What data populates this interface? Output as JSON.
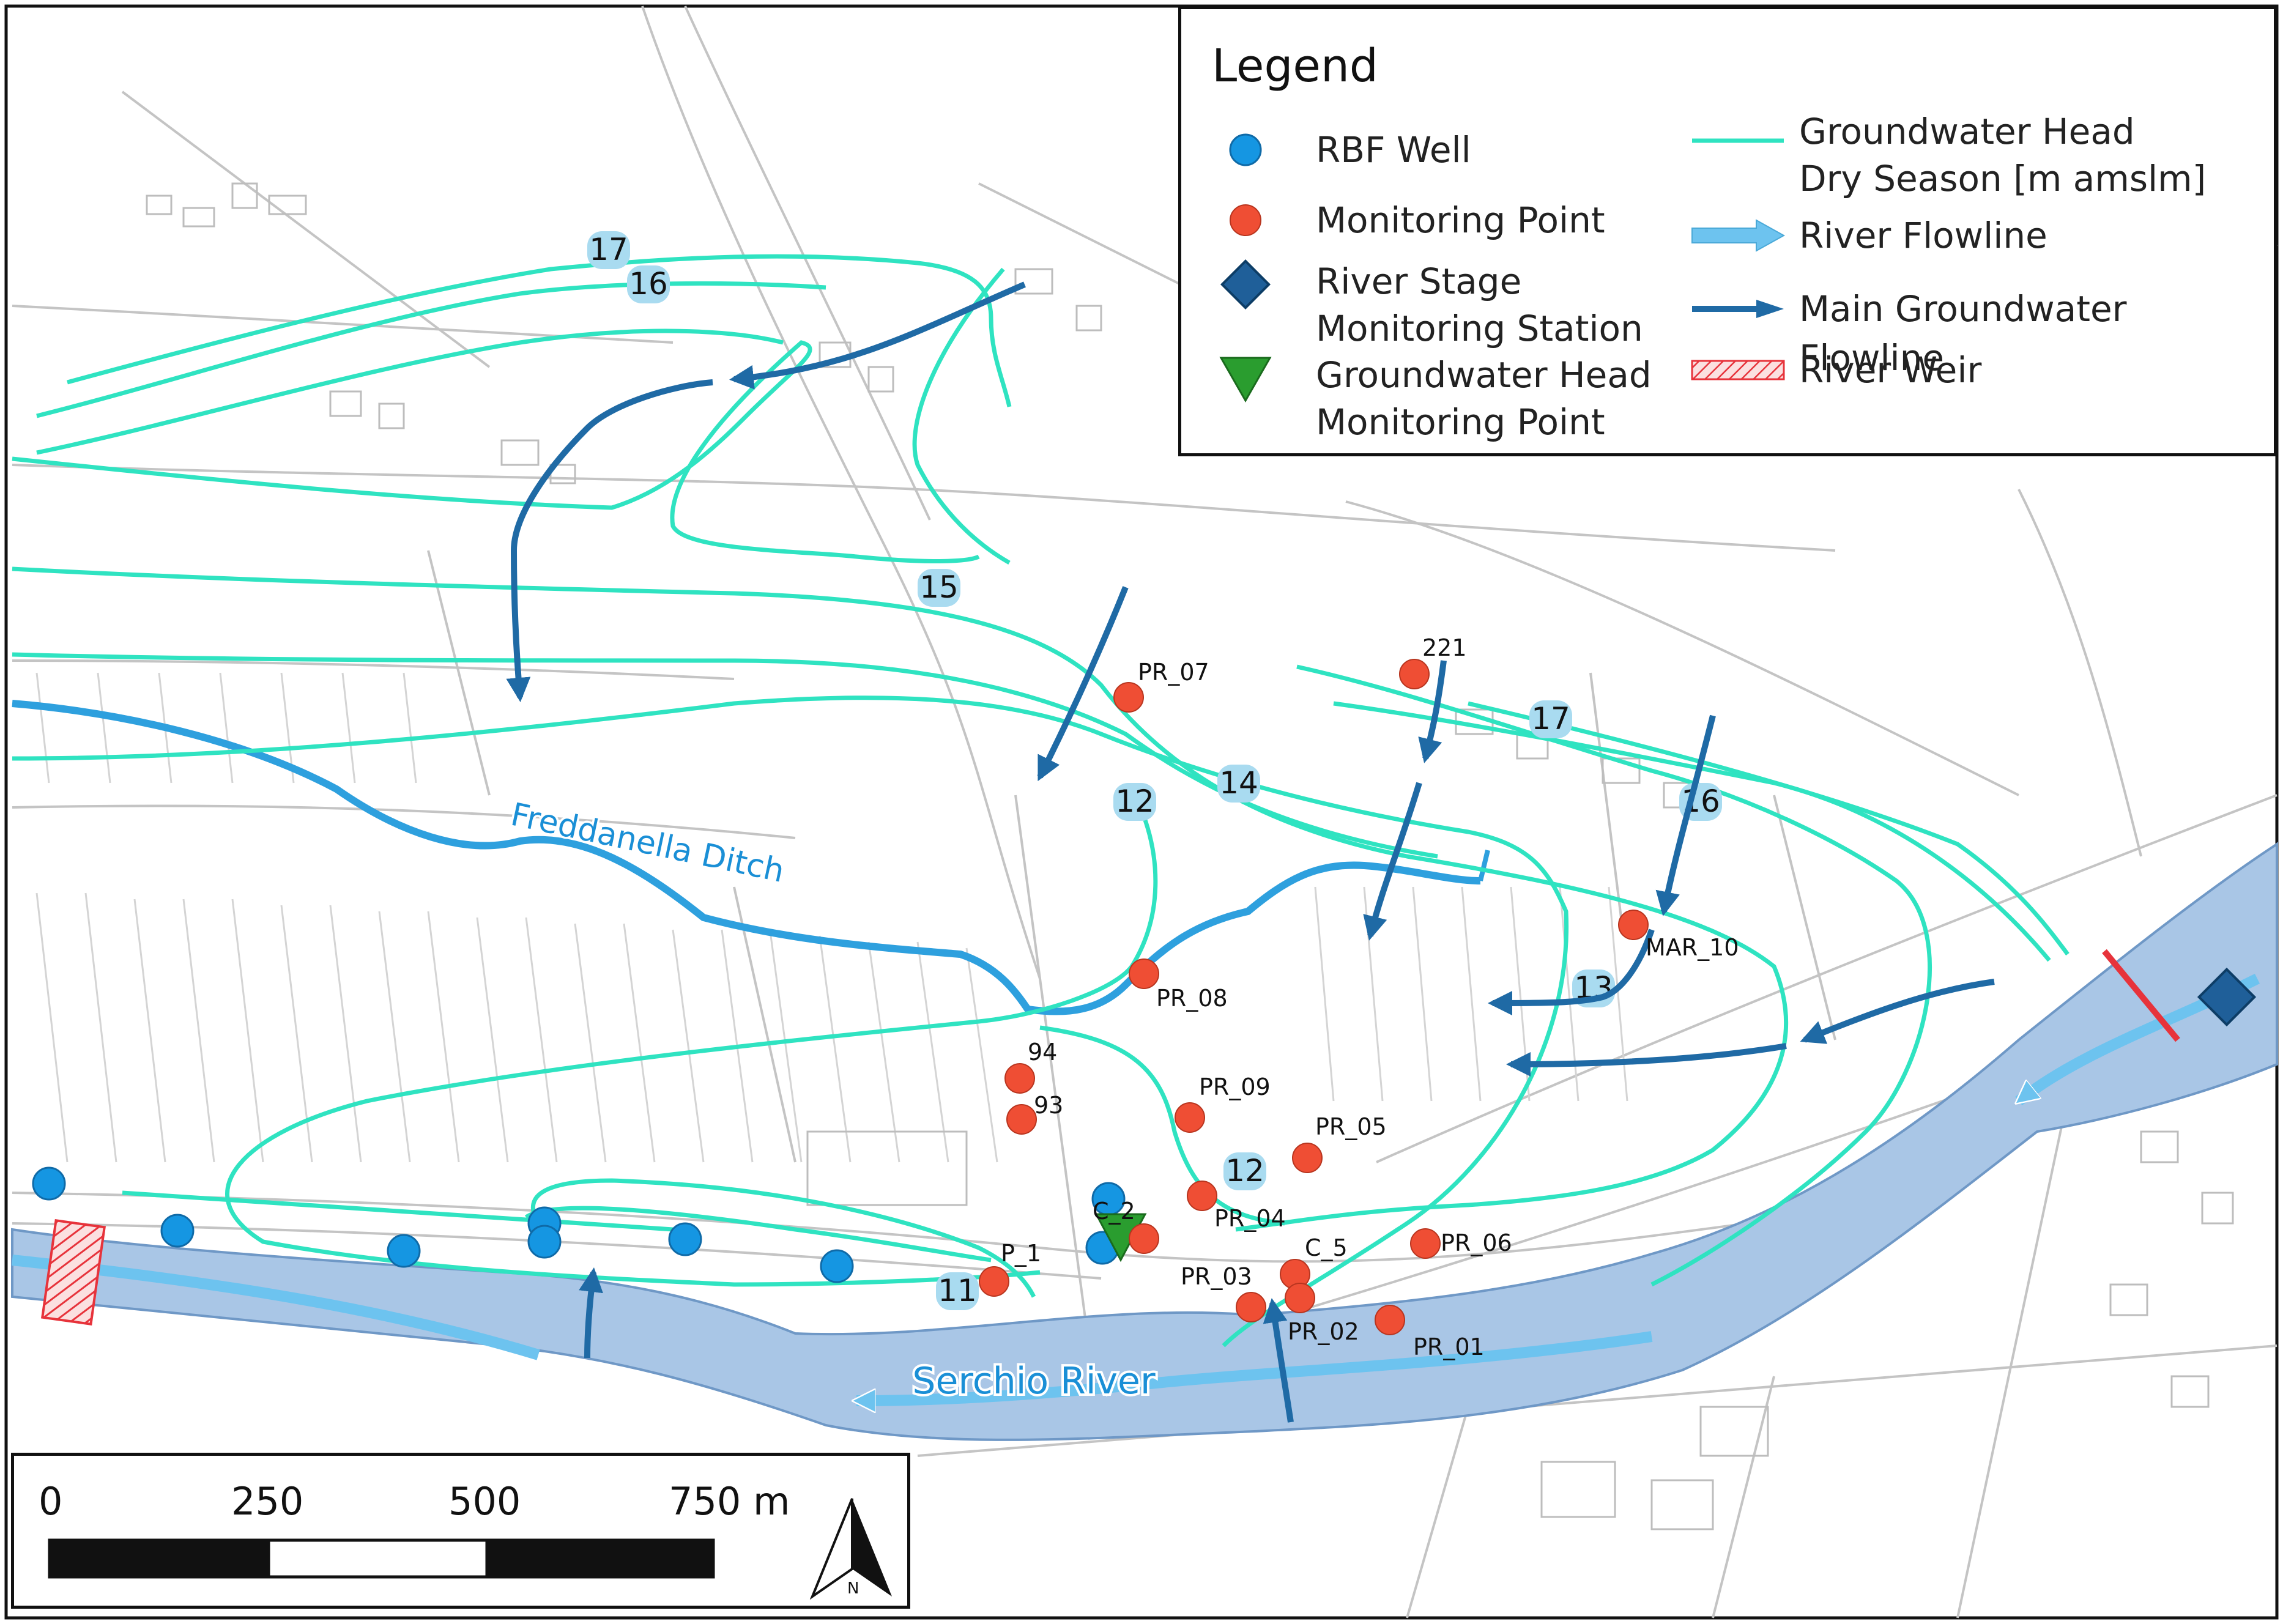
{
  "legend": {
    "title": "Legend",
    "items": {
      "rbf_well": "RBF Well",
      "monitoring_point": "Monitoring Point",
      "river_stage_1": "River Stage",
      "river_stage_2": "Monitoring Station",
      "gw_head_point_1": "Groundwater Head",
      "gw_head_point_2": "Monitoring Point",
      "gw_head_line_1": "Groundwater Head",
      "gw_head_line_2": "Dry Season [m amslm]",
      "river_flowline": "River Flowline",
      "main_gw_flowline": "Main Groundwater Flowline",
      "river_weir": "River Weir"
    }
  },
  "scale_bar": {
    "ticks": [
      "0",
      "250",
      "500",
      "750 m"
    ],
    "north_label": "N"
  },
  "map_labels": {
    "serchio": "Serchio River",
    "freddanella": "Freddanella Ditch"
  },
  "contour_labels": [
    "17",
    "16",
    "15",
    "14",
    "12",
    "17",
    "16",
    "12",
    "13",
    "11"
  ],
  "monitoring_points": [
    "PR_07",
    "221",
    "MAR_10",
    "PR_08",
    "94",
    "93",
    "PR_09",
    "PR_05",
    "PR_04",
    "C_2",
    "P_1",
    "C_5",
    "PR_03",
    "PR_02",
    "PR_01",
    "PR_06"
  ],
  "colors": {
    "river_fill": "#a9c6e6",
    "river_flowline": "#6dc3ef",
    "contour": "#2fe3c1",
    "gw_flowline": "#1f6aa5",
    "monitoring_point": "#ef4e34",
    "rbf_well": "#1596e2",
    "station": "#1f5f99",
    "gw_head_point": "#2a9d2f",
    "weir": "#e7333b",
    "ditch": "#2ea0de",
    "roads": "#bdbdbd"
  }
}
